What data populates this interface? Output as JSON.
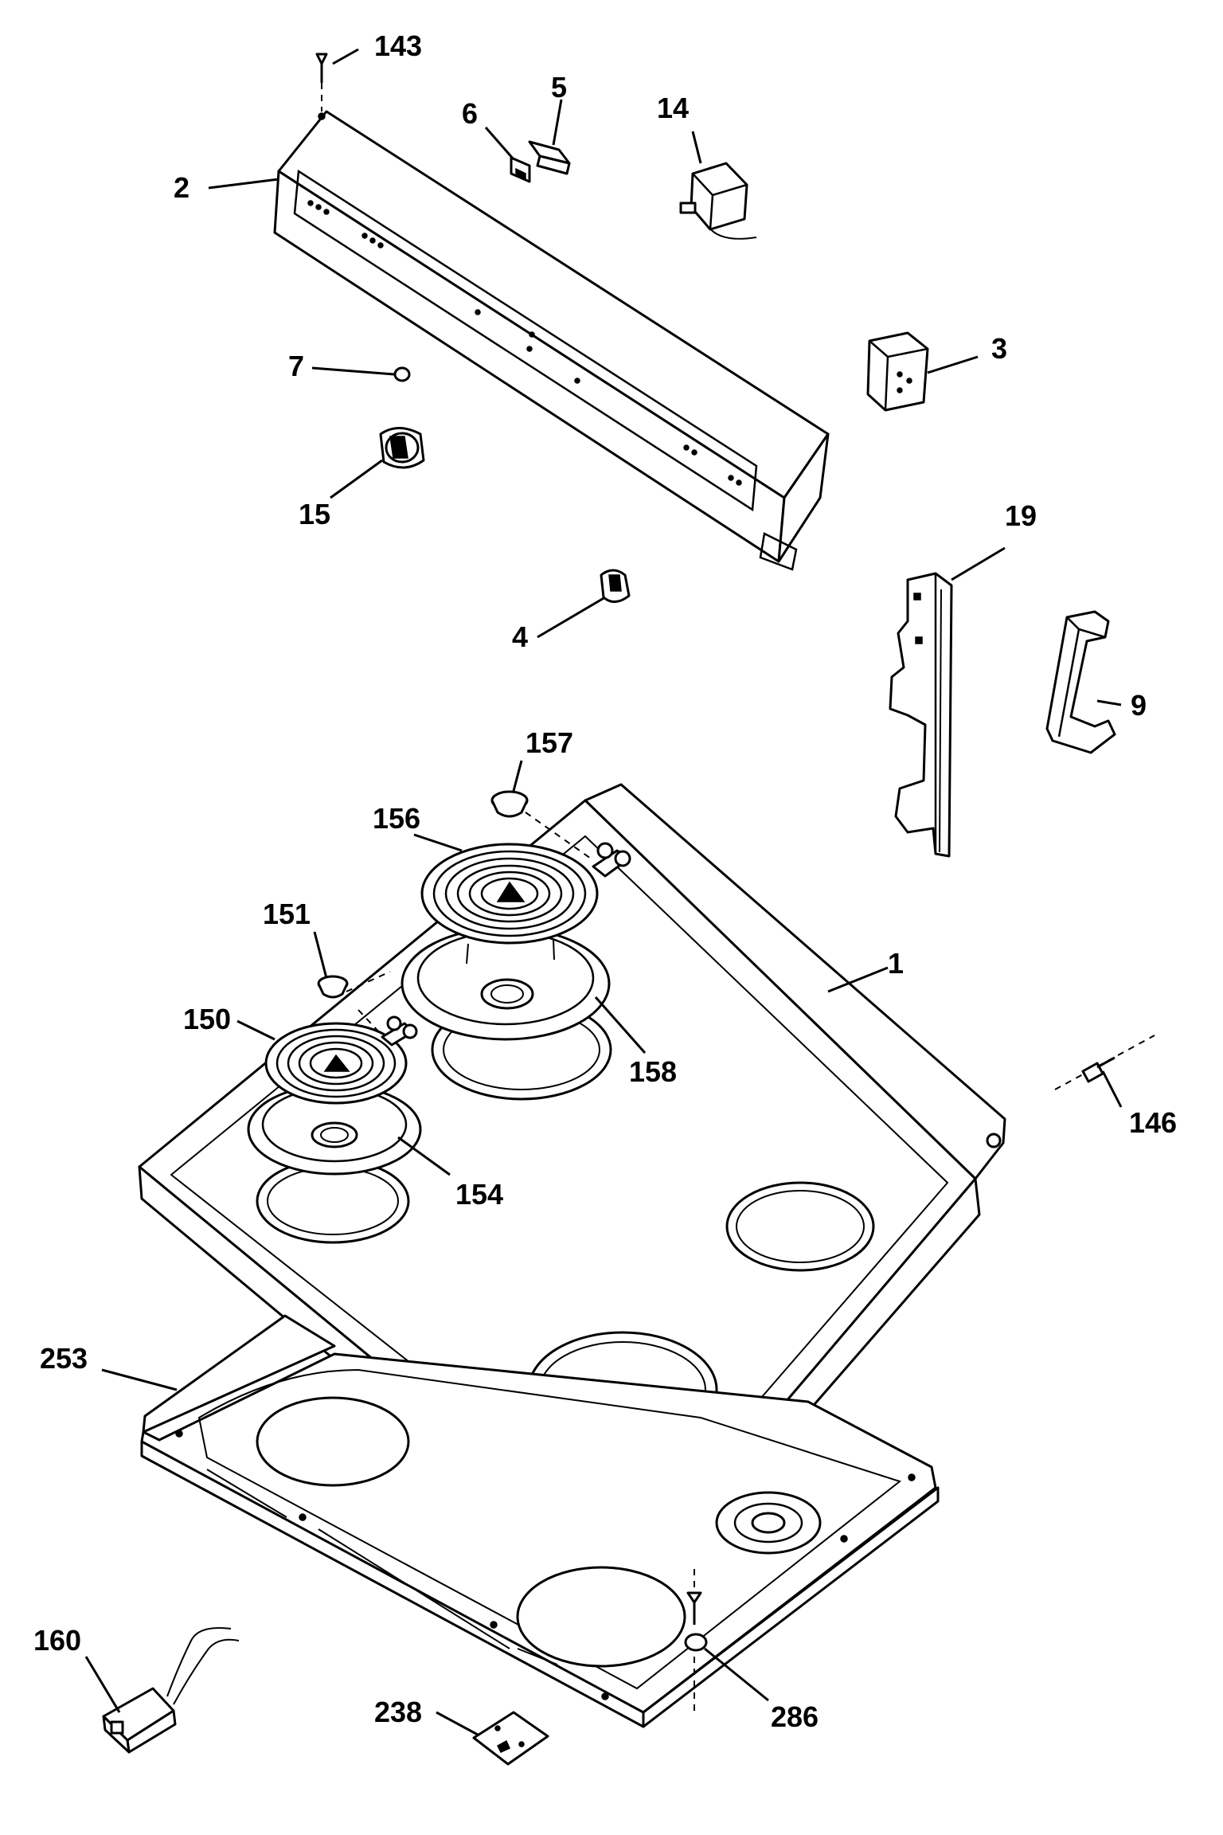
{
  "labels": {
    "p1": "1",
    "p2": "2",
    "p3": "3",
    "p4": "4",
    "p5": "5",
    "p6": "6",
    "p7": "7",
    "p9": "9",
    "p14": "14",
    "p15": "15",
    "p19": "19",
    "p143": "143",
    "p146": "146",
    "p150": "150",
    "p151": "151",
    "p154": "154",
    "p156": "156",
    "p157": "157",
    "p158": "158",
    "p160": "160",
    "p238": "238",
    "p253": "253",
    "p286": "286"
  }
}
